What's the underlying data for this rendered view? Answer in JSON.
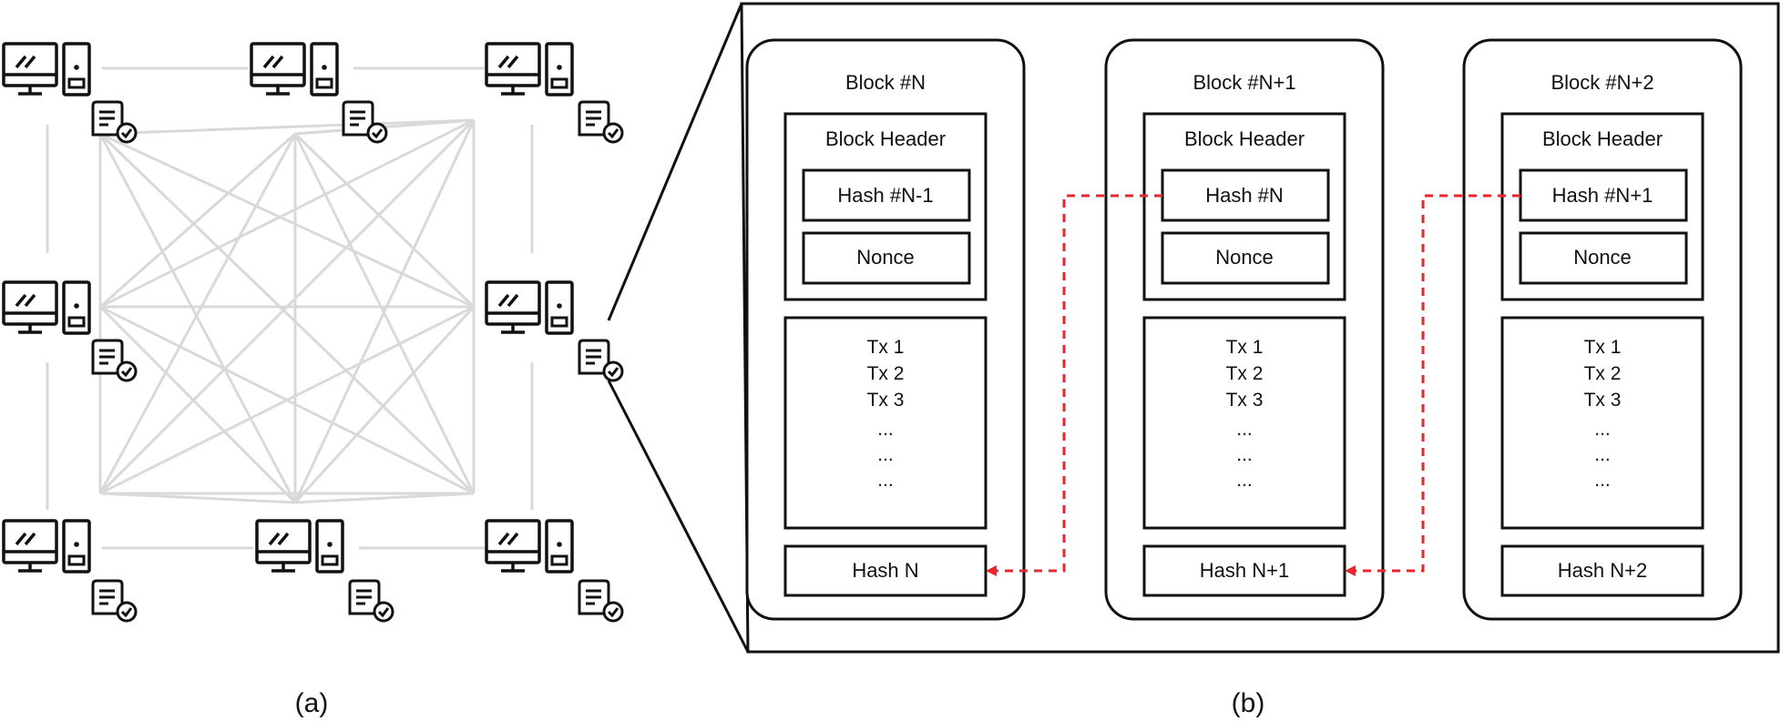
{
  "panel_labels": {
    "a": "(a)",
    "b": "(b)"
  },
  "network": {
    "node_count": 8,
    "node_icons": [
      "computer-icon",
      "document-check-icon"
    ]
  },
  "blocks": [
    {
      "title": "Block #N",
      "header_label": "Block Header",
      "prev_hash": "Hash #N-1",
      "nonce": "Nonce",
      "transactions": [
        "Tx 1",
        "Tx 2",
        "Tx 3",
        "...",
        "...",
        "..."
      ],
      "hash": "Hash N"
    },
    {
      "title": "Block #N+1",
      "header_label": "Block Header",
      "prev_hash": "Hash #N",
      "nonce": "Nonce",
      "transactions": [
        "Tx 1",
        "Tx 2",
        "Tx 3",
        "...",
        "...",
        "..."
      ],
      "hash": "Hash N+1"
    },
    {
      "title": "Block #N+2",
      "header_label": "Block Header",
      "prev_hash": "Hash #N+1",
      "nonce": "Nonce",
      "transactions": [
        "Tx 1",
        "Tx 2",
        "Tx 3",
        "...",
        "...",
        "..."
      ],
      "hash": "Hash N+2"
    }
  ],
  "colors": {
    "link": "#e8262d",
    "mesh": "#d9d9d9",
    "stroke": "#111111"
  }
}
